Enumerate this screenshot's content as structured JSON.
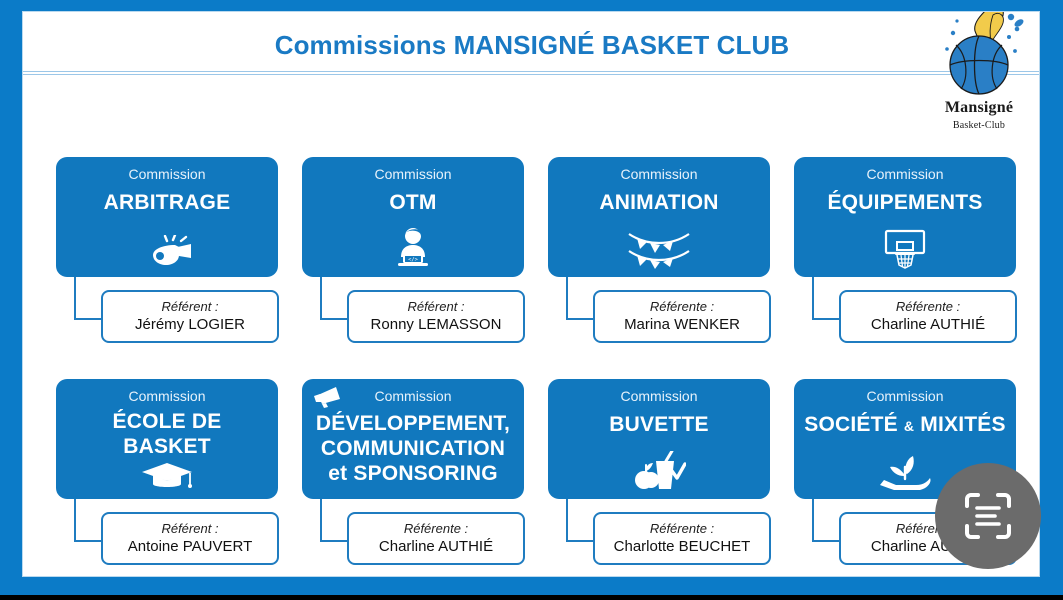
{
  "header": {
    "title": "Commissions MANSIGNÉ BASKET CLUB",
    "logo": {
      "name": "Mansigné",
      "subtitle": "Basket-Club",
      "icon": "basketball-flame-logo"
    }
  },
  "theme": {
    "frame_blue": "#0b7bc8",
    "card_blue": "#1178be",
    "title_blue": "#1a7ac4",
    "box_border_blue": "#1f7cc0",
    "page_white": "#ffffff",
    "fab_gray": "#6b6b6b",
    "logo_yellow": "#f2cb4b",
    "logo_ball_blue": "#2a7fc6"
  },
  "commissions": [
    {
      "label": "Commission",
      "title": "ARBITRAGE",
      "icon": "whistle-icon",
      "role": "Référent :",
      "name": "Jérémy LOGIER"
    },
    {
      "label": "Commission",
      "title": "OTM",
      "icon": "scorer-laptop-icon",
      "role": "Référent :",
      "name": "Ronny LEMASSON"
    },
    {
      "label": "Commission",
      "title": "ANIMATION",
      "icon": "bunting-flags-icon",
      "role": "Référente :",
      "name": "Marina WENKER"
    },
    {
      "label": "Commission",
      "title": "ÉQUIPEMENTS",
      "icon": "basketball-hoop-icon",
      "role": "Référente :",
      "name": "Charline AUTHIÉ"
    },
    {
      "label": "Commission",
      "title_line1": "ÉCOLE DE",
      "title_line2": "BASKET",
      "icon": "graduation-cap-icon",
      "role": "Référent :",
      "name": "Antoine PAUVERT"
    },
    {
      "label": "Commission",
      "title_line1": "DÉVELOPPEMENT,",
      "title_line2": "COMMUNICATION",
      "title_line3": "et SPONSORING",
      "badge_icon": "megaphone-icon",
      "role": "Référente :",
      "name": "Charline AUTHIÉ"
    },
    {
      "label": "Commission",
      "title": "BUVETTE",
      "icon": "drink-apple-icon",
      "role": "Référente :",
      "name": "Charlotte BEUCHET"
    },
    {
      "label": "Commission",
      "title_pre": "SOCIÉTÉ",
      "title_amp": "&",
      "title_post": "MIXITÉS",
      "icon": "hand-plant-icon",
      "role": "Référente :",
      "name": "Charline AUTHIÉ"
    }
  ],
  "fab": {
    "icon": "scan-text-icon",
    "tooltip": "Scan text"
  }
}
